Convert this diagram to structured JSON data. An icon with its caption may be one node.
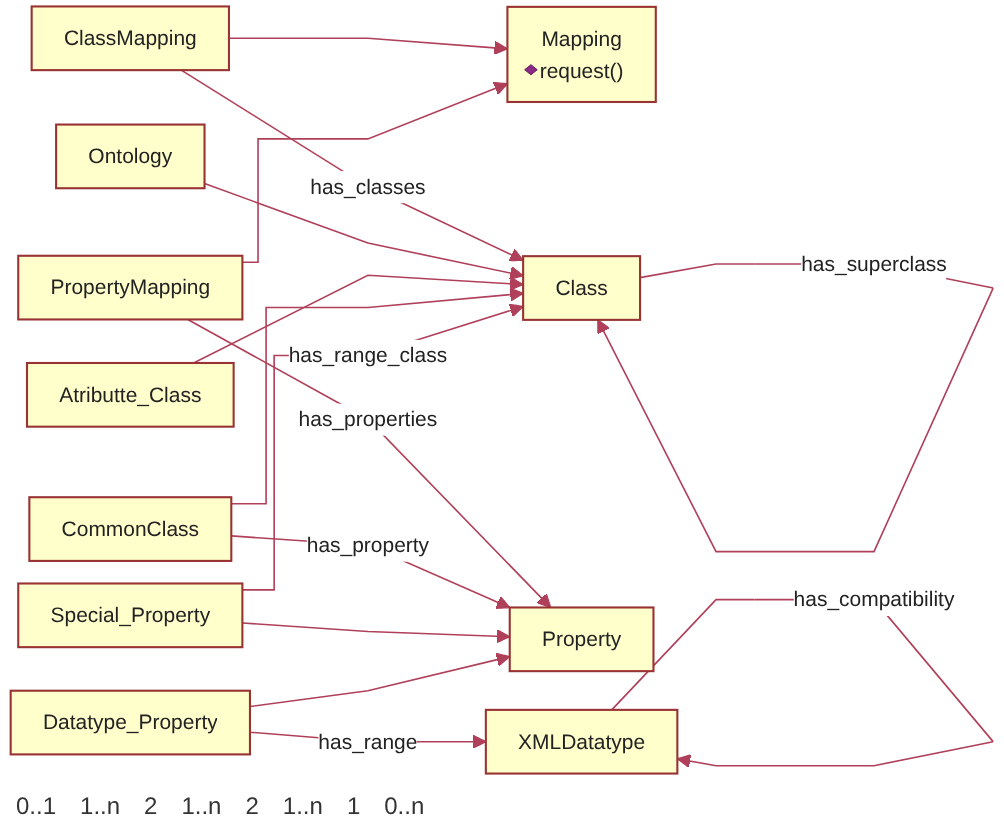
{
  "diagram": {
    "nodes": [
      {
        "text": [
          "Mapping",
          "request()"
        ]
      },
      {
        "text": [
          "ClassMapping"
        ]
      },
      {
        "text": [
          "PropertyMapping"
        ]
      },
      {
        "text": [
          "Ontology"
        ]
      },
      {
        "text": [
          "Class"
        ]
      },
      {
        "text": [
          "Atributte_Class"
        ]
      },
      {
        "text": [
          "CommonClass"
        ]
      },
      {
        "text": [
          "Property"
        ]
      },
      {
        "text": [
          "Special_Property"
        ]
      },
      {
        "text": [
          "Datatype_Property"
        ]
      },
      {
        "text": [
          "XMLDatatype"
        ]
      }
    ],
    "edges": [
      {
        "from": 1,
        "to": 0,
        "arrow": "to"
      },
      {
        "from": 2,
        "to": 0,
        "arrow": "to"
      },
      {
        "from": 4,
        "to": 4,
        "label": "has_superclass",
        "arrow": "to"
      },
      {
        "from": 1,
        "to": 4,
        "label": "has_classes",
        "arrow": "to"
      },
      {
        "from": 3,
        "to": 4,
        "arrow": "to"
      },
      {
        "from": 2,
        "to": 7,
        "label": "has_properties",
        "arrow": "to"
      },
      {
        "from": 5,
        "to": 4,
        "arrow": "to"
      },
      {
        "from": 6,
        "to": 4,
        "arrow": "to"
      },
      {
        "from": 6,
        "to": 7,
        "label": "has_property",
        "arrow": "to"
      },
      {
        "from": 8,
        "to": 7,
        "arrow": "to"
      },
      {
        "from": 9,
        "to": 7,
        "arrow": "to"
      },
      {
        "from": 8,
        "to": 4,
        "label": "has_range_class",
        "arrow": "to"
      },
      {
        "from": 9,
        "to": 10,
        "label": "has_range",
        "arrow": "to"
      },
      {
        "from": 10,
        "to": 10,
        "label": "has_compatibility",
        "arrow": "to"
      }
    ],
    "labels": [
      "0..1",
      "1..n",
      "2",
      "1..n",
      "2",
      "1..n",
      "1",
      "0..n"
    ]
  }
}
